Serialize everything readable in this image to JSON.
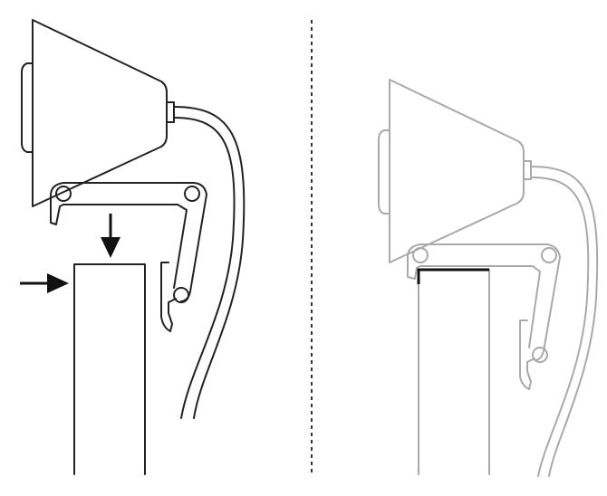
{
  "diagram": {
    "panels": [
      {
        "id": "step-attach",
        "state": "before",
        "description_shown": false
      },
      {
        "id": "step-mounted",
        "state": "after",
        "description_shown": false
      }
    ],
    "arrows": [
      "down",
      "right"
    ],
    "colors": {
      "line_dark": "#222222",
      "line_light": "#a9a9a9",
      "highlight_edge": "#111111",
      "background": "#ffffff"
    }
  }
}
